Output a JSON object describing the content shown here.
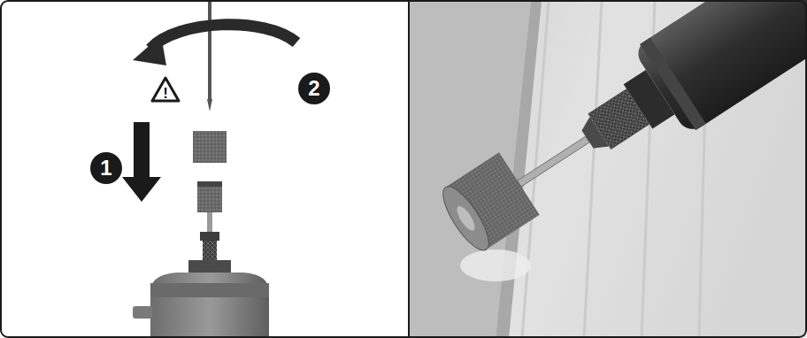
{
  "diagram": {
    "labels": [
      "2",
      "!",
      "1"
    ]
  }
}
